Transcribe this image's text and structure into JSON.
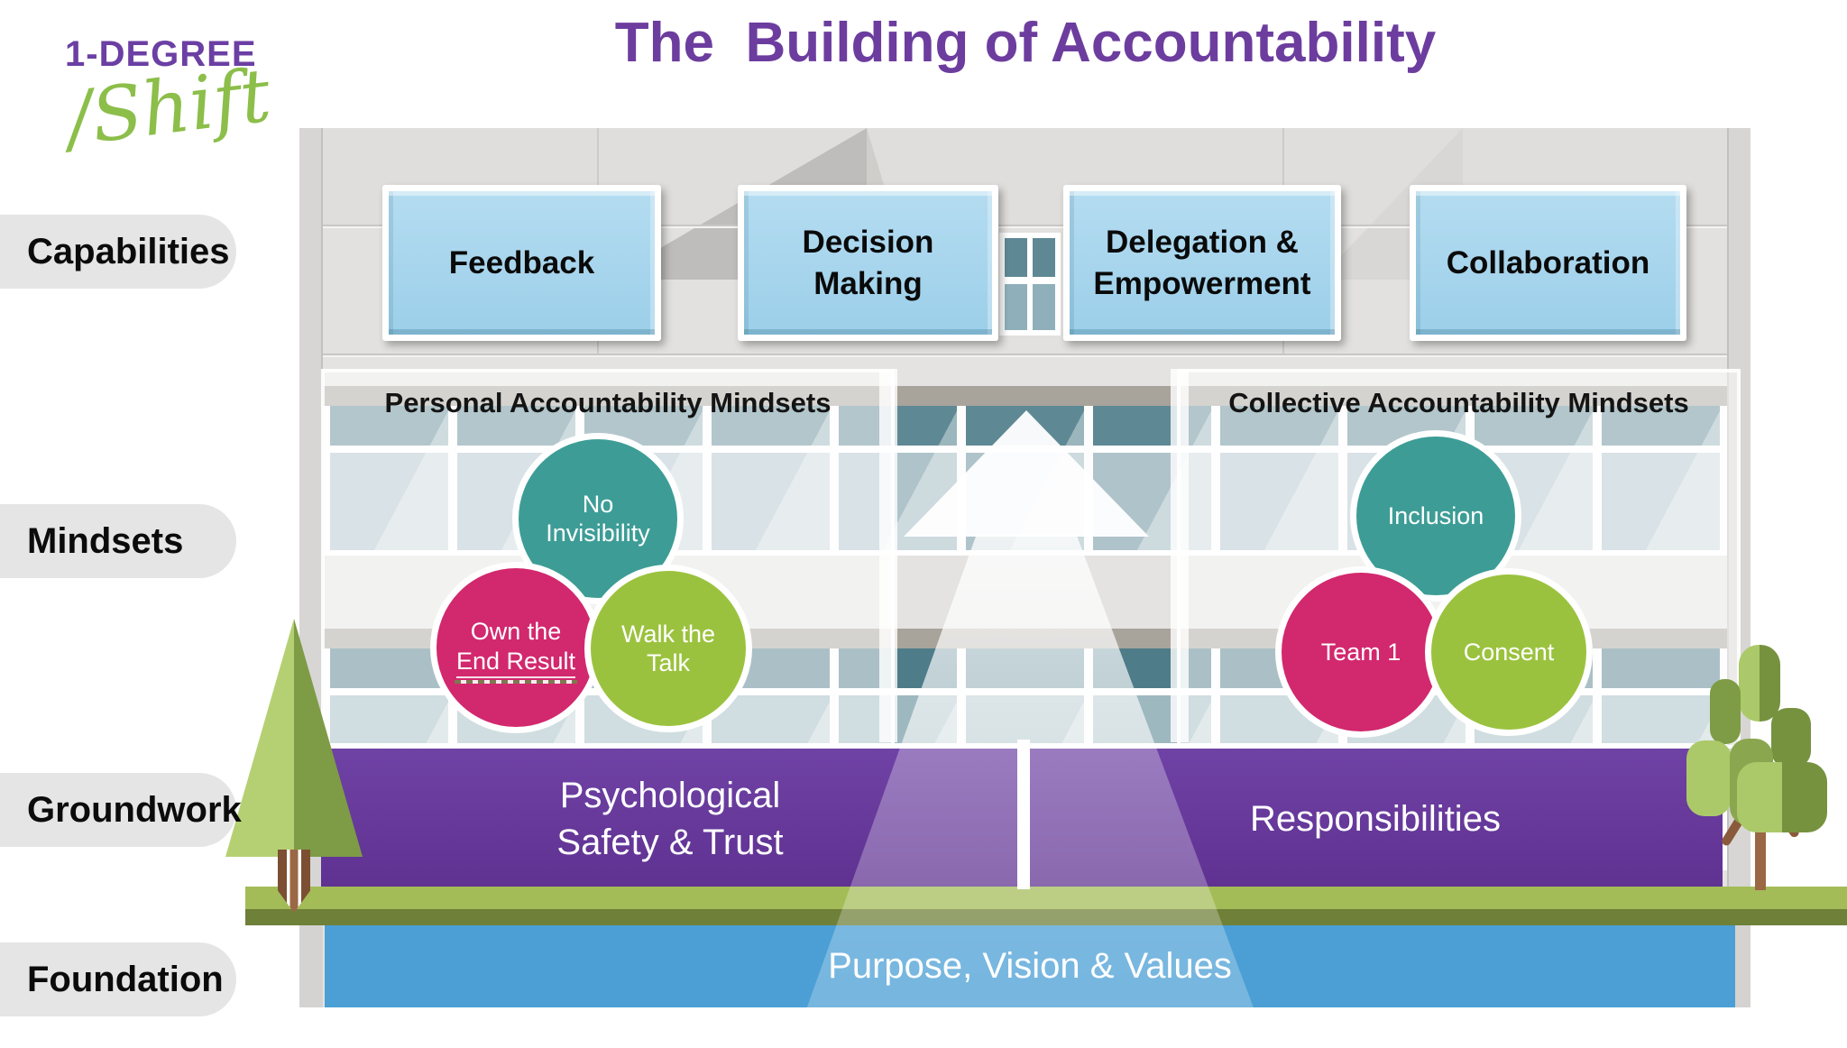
{
  "logo": {
    "top": "1-DEGREE",
    "script": "/Shift"
  },
  "title": "The  Building of Accountability",
  "side_labels": {
    "capabilities": "Capabilities",
    "mindsets": "Mindsets",
    "groundwork": "Groundwork",
    "foundation": "Foundation"
  },
  "capability_boxes": {
    "box1": "Feedback",
    "box2": "Decision Making",
    "box3": "Delegation & Empowerment",
    "box4": "Collaboration"
  },
  "personal": {
    "heading": "Personal Accountability Mindsets",
    "circle_teal": {
      "line1": "No",
      "line2": "Invisibility"
    },
    "circle_pink": {
      "line1": "Own the",
      "line2": "End Result"
    },
    "circle_green": {
      "line1": "Walk the",
      "line2": "Talk"
    }
  },
  "collective": {
    "heading": "Collective Accountability Mindsets",
    "circle_teal": {
      "label": "Inclusion"
    },
    "circle_pink": {
      "label": "Team 1"
    },
    "circle_green": {
      "label": "Consent"
    }
  },
  "groundwork_bars": {
    "left_line1": "Psychological",
    "left_line2": "Safety & Trust",
    "right": "Responsibilities"
  },
  "foundation_bar": {
    "label": "Purpose, Vision & Values"
  },
  "colors": {
    "title_purple": "#6C3D9E",
    "logo_purple": "#6B3FA3",
    "logo_green": "#8CBE4A",
    "mindset_teal": "#3D9D96",
    "mindset_pink": "#D2286E",
    "mindset_green": "#9BC23E",
    "groundwork_purple": "#68399E",
    "foundation_blue": "#4B9FD5",
    "grass_light": "#A4BC58",
    "grass_dark": "#6F8038",
    "capability_box_blue": "#A5D5EE"
  }
}
